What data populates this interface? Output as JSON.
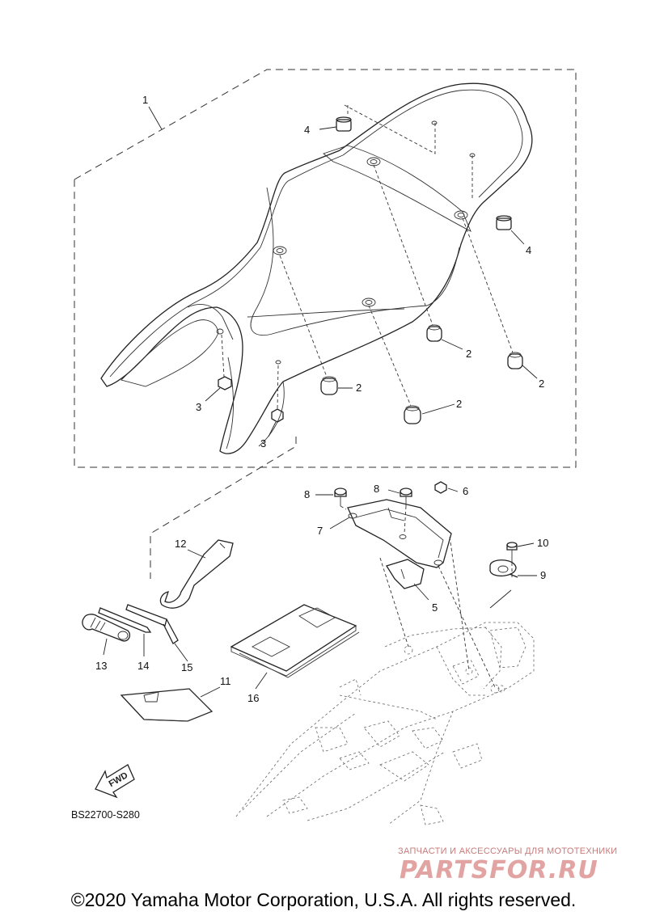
{
  "labels": {
    "p1": "1",
    "p2a": "2",
    "p2b": "2",
    "p2c": "2",
    "p2d": "2",
    "p3a": "3",
    "p3b": "3",
    "p4a": "4",
    "p4b": "4",
    "p5": "5",
    "p6": "6",
    "p7": "7",
    "p8a": "8",
    "p8b": "8",
    "p9": "9",
    "p10": "10",
    "p11": "11",
    "p12": "12",
    "p13": "13",
    "p14": "14",
    "p15": "15",
    "p16": "16"
  },
  "fwd_text": "FWD",
  "diagram_code": "BS22700-S280",
  "watermark": {
    "line1": "ЗАПЧАСТИ И АКСЕССУАРЫ ДЛЯ МОТОТЕХНИКИ",
    "line2": "PARTSFOR.RU"
  },
  "copyright": "©2020 Yamaha Motor Corporation, U.S.A. All rights reserved."
}
